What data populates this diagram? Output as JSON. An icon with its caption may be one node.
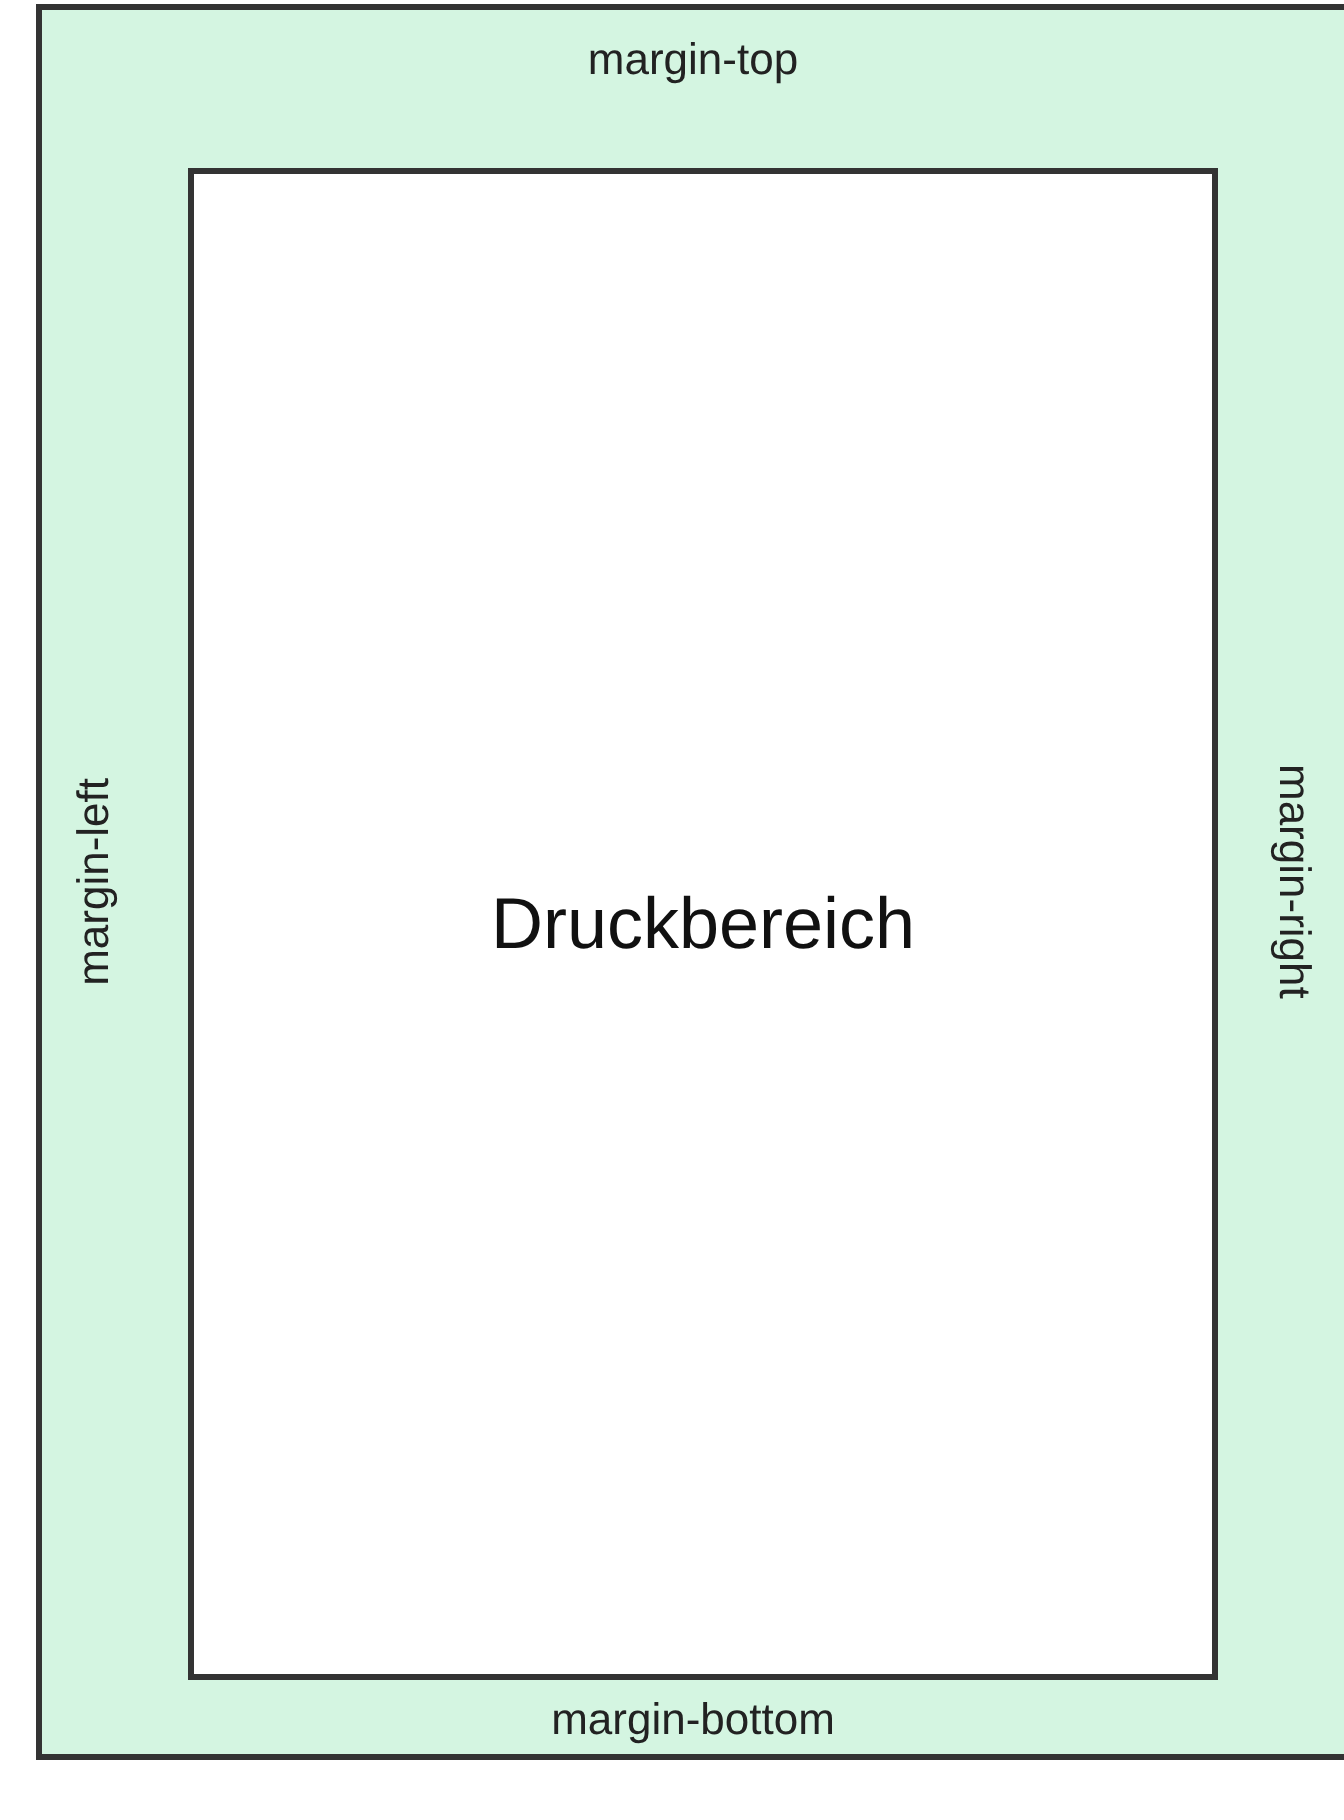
{
  "diagram": {
    "nodes": [
      {
        "text": [
          "margin-top",
          "margin-left",
          "margin-right",
          "margin-bottom"
        ]
      },
      {
        "text": [
          "Druckbereich"
        ],
        "in": 0
      }
    ],
    "edges": []
  }
}
